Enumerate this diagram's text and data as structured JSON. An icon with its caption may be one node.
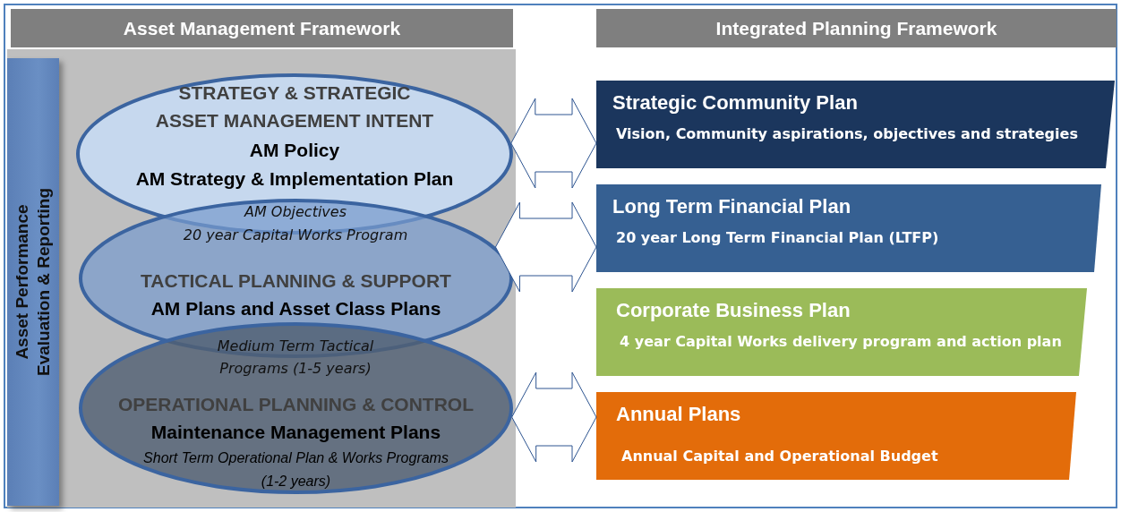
{
  "diagram": {
    "nodes": [
      {
        "text": [
          "Asset Management Framework"
        ]
      },
      {
        "text": [
          "Integrated Planning Framework"
        ]
      },
      {
        "text": [
          "Asset Performance Evaluation & Reporting"
        ]
      },
      {
        "text": [
          "STRATEGY & STRATEGIC ASSET MANAGEMENT INTENT",
          "AM Policy",
          "AM Strategy & Implementation Plan"
        ]
      },
      {
        "text": [
          "TACTICAL PLANNING & SUPPORT",
          "AM Plans and Asset Class Plans"
        ]
      },
      {
        "text": [
          "OPERATIONAL PLANNING & CONTROL",
          "Maintenance Management Plans",
          "Short Term Operational Plan & Works Programs (1-2 years)"
        ]
      },
      {
        "text": [
          "Strategic Community Plan",
          "Vision, Community aspirations, objectives and strategies"
        ]
      },
      {
        "text": [
          "Long Term Financial Plan",
          "20 year Long Term Financial Plan (LTFP)"
        ]
      },
      {
        "text": [
          "Corporate Business Plan",
          "4 year Capital Works delivery program and action plan"
        ]
      },
      {
        "text": [
          "Annual Plans",
          "Annual Capital and Operational Budget"
        ]
      }
    ],
    "edges": [
      {
        "from": 3,
        "to": 6,
        "arrow": "both"
      },
      {
        "from": 4,
        "to": 7,
        "arrow": "both"
      },
      {
        "from": 5,
        "to": 9,
        "arrow": "both"
      }
    ],
    "labels": [
      "AM Objectives",
      "20 year Capital Works Program",
      "Medium Term Tactical Programs (1-5 years)"
    ]
  }
}
